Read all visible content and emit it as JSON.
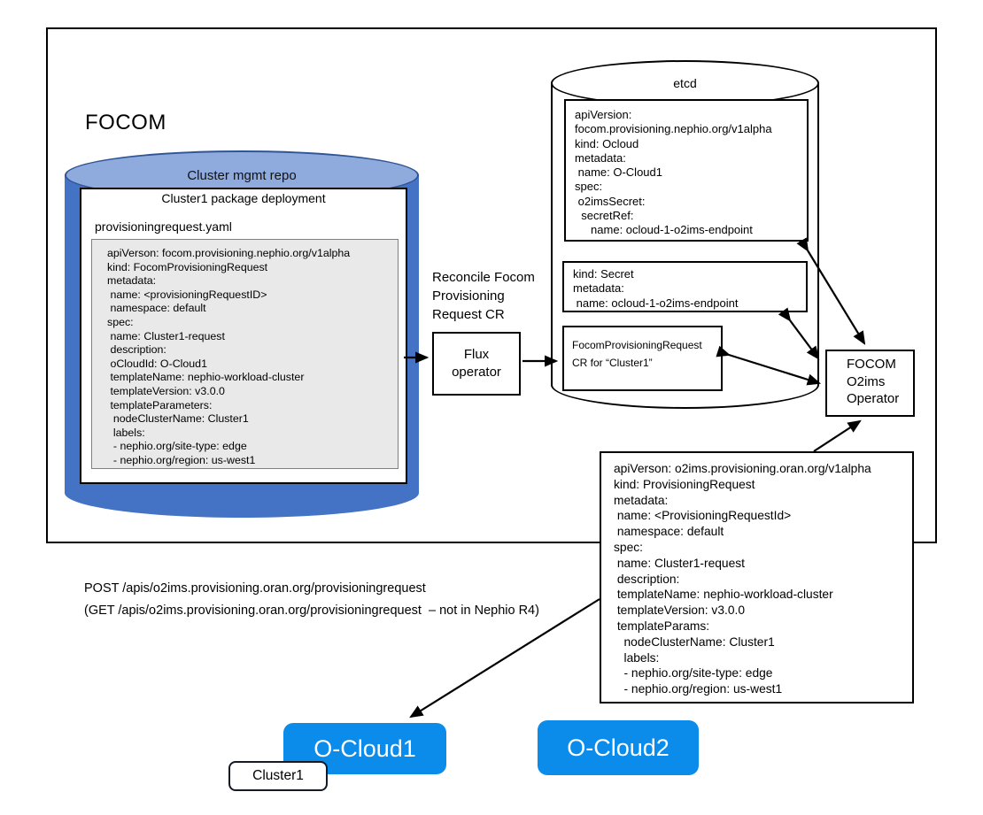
{
  "focom": {
    "title": "FOCOM"
  },
  "repo": {
    "title": "Cluster mgmt repo",
    "package_title": "Cluster1 package deployment",
    "yaml_filename": "provisioningrequest.yaml",
    "yaml_lines": [
      "apiVerson: focom.provisioning.nephio.org/v1alpha",
      "kind: FocomProvisioningRequest",
      "metadata:",
      " name: <provisioningRequestID>",
      " namespace: default",
      "spec:",
      " name: Cluster1-request",
      " description:",
      " oCloudId: O-Cloud1",
      " templateName: nephio-workload-cluster",
      " templateVersion: v3.0.0",
      " templateParameters:",
      "  nodeClusterName: Cluster1",
      "  labels:",
      "  - nephio.org/site-type: edge",
      "  - nephio.org/region: us-west1"
    ]
  },
  "flux": {
    "note_lines": [
      "Reconcile Focom",
      "Provisioning",
      "Request CR"
    ],
    "label_lines": [
      "Flux",
      "operator"
    ]
  },
  "etcd": {
    "title": "etcd",
    "ocloud_lines": [
      "apiVersion:",
      "focom.provisioning.nephio.org/v1alpha",
      "kind: Ocloud",
      "metadata:",
      " name: O-Cloud1",
      "spec:",
      " o2imsSecret:",
      "  secretRef:",
      "     name: ocloud-1-o2ims-endpoint"
    ],
    "secret_lines": [
      "kind: Secret",
      "metadata:",
      " name: ocloud-1-o2ims-endpoint"
    ],
    "fpr_lines": [
      "FocomProvisioningRequest",
      "CR for “Cluster1”"
    ]
  },
  "operator": {
    "label_lines": [
      "FOCOM",
      "O2ims",
      "Operator"
    ]
  },
  "pr_box": {
    "lines": [
      "apiVerson: o2ims.provisioning.oran.org/v1alpha",
      "kind: ProvisioningRequest",
      "metadata:",
      " name: <ProvisioningRequestId>",
      " namespace: default",
      "spec:",
      " name: Cluster1-request",
      " description:",
      " templateName: nephio-workload-cluster",
      " templateVersion: v3.0.0",
      " templateParams:",
      "   nodeClusterName: Cluster1",
      "   labels:",
      "   - nephio.org/site-type: edge",
      "   - nephio.org/region: us-west1"
    ]
  },
  "api_note": {
    "lines": [
      "POST /apis/o2ims.provisioning.oran.org/provisioningrequest",
      "(GET /apis/o2ims.provisioning.oran.org/provisioningrequest  – not in Nephio R4)"
    ]
  },
  "oclouds": [
    {
      "label": "O-Cloud1"
    },
    {
      "label": "O-Cloud2"
    }
  ],
  "cluster_chip": {
    "label": "Cluster1"
  },
  "colors": {
    "repo_cylinder_body": "#4472C4",
    "repo_cylinder_top": "#8FAADC",
    "yaml_box_fill": "#E9E9E9",
    "ocloud_button_blue": "#0B8CEA"
  }
}
